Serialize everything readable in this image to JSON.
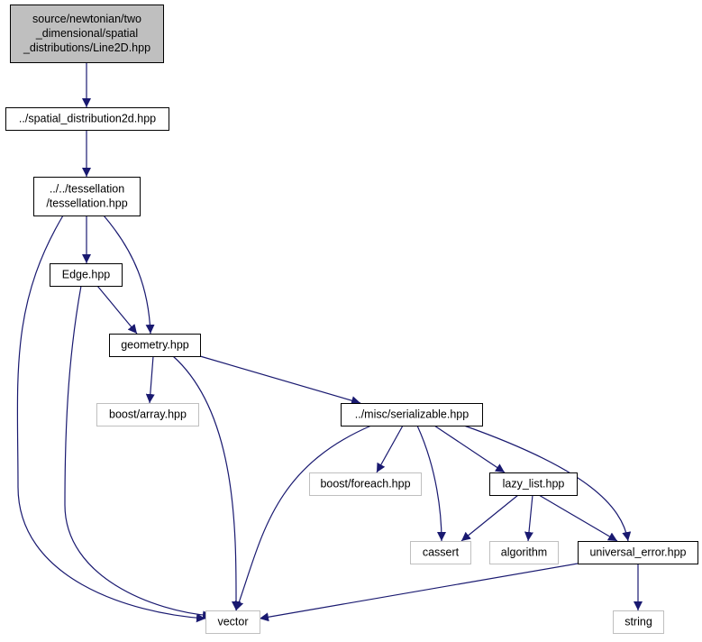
{
  "colors": {
    "edge": "#191970",
    "root_fill": "#bfbfbf",
    "node_fill": "#ffffff",
    "node_border": "#000000",
    "external_border": "#bfbfbf"
  },
  "nodes": [
    {
      "id": "line2d",
      "kind": "root",
      "lines": [
        "source/newtonian/two",
        "_dimensional/spatial",
        "_distributions/Line2D.hpp"
      ]
    },
    {
      "id": "spatial_distribution2d",
      "kind": "file",
      "lines": [
        "../spatial_distribution2d.hpp"
      ]
    },
    {
      "id": "tessellation",
      "kind": "file",
      "lines": [
        "../../tessellation",
        "/tessellation.hpp"
      ]
    },
    {
      "id": "edge",
      "kind": "file",
      "lines": [
        "Edge.hpp"
      ]
    },
    {
      "id": "geometry",
      "kind": "file",
      "lines": [
        "geometry.hpp"
      ]
    },
    {
      "id": "boost_array",
      "kind": "external",
      "lines": [
        "boost/array.hpp"
      ]
    },
    {
      "id": "serializable",
      "kind": "file",
      "lines": [
        "../misc/serializable.hpp"
      ]
    },
    {
      "id": "boost_foreach",
      "kind": "external",
      "lines": [
        "boost/foreach.hpp"
      ]
    },
    {
      "id": "lazy_list",
      "kind": "file",
      "lines": [
        "lazy_list.hpp"
      ]
    },
    {
      "id": "cassert",
      "kind": "external",
      "lines": [
        "cassert"
      ]
    },
    {
      "id": "algorithm",
      "kind": "external",
      "lines": [
        "algorithm"
      ]
    },
    {
      "id": "universal_error",
      "kind": "file",
      "lines": [
        "universal_error.hpp"
      ]
    },
    {
      "id": "vector",
      "kind": "external",
      "lines": [
        "vector"
      ]
    },
    {
      "id": "string",
      "kind": "external",
      "lines": [
        "string"
      ]
    }
  ],
  "edges": [
    {
      "from": "line2d",
      "to": "spatial_distribution2d"
    },
    {
      "from": "spatial_distribution2d",
      "to": "tessellation"
    },
    {
      "from": "tessellation",
      "to": "vector"
    },
    {
      "from": "tessellation",
      "to": "edge"
    },
    {
      "from": "tessellation",
      "to": "geometry"
    },
    {
      "from": "edge",
      "to": "vector"
    },
    {
      "from": "edge",
      "to": "geometry"
    },
    {
      "from": "geometry",
      "to": "boost_array"
    },
    {
      "from": "geometry",
      "to": "vector"
    },
    {
      "from": "geometry",
      "to": "serializable"
    },
    {
      "from": "serializable",
      "to": "vector"
    },
    {
      "from": "serializable",
      "to": "boost_foreach"
    },
    {
      "from": "serializable",
      "to": "cassert"
    },
    {
      "from": "serializable",
      "to": "lazy_list"
    },
    {
      "from": "serializable",
      "to": "universal_error"
    },
    {
      "from": "lazy_list",
      "to": "cassert"
    },
    {
      "from": "lazy_list",
      "to": "algorithm"
    },
    {
      "from": "lazy_list",
      "to": "universal_error"
    },
    {
      "from": "universal_error",
      "to": "vector"
    },
    {
      "from": "universal_error",
      "to": "string"
    }
  ]
}
